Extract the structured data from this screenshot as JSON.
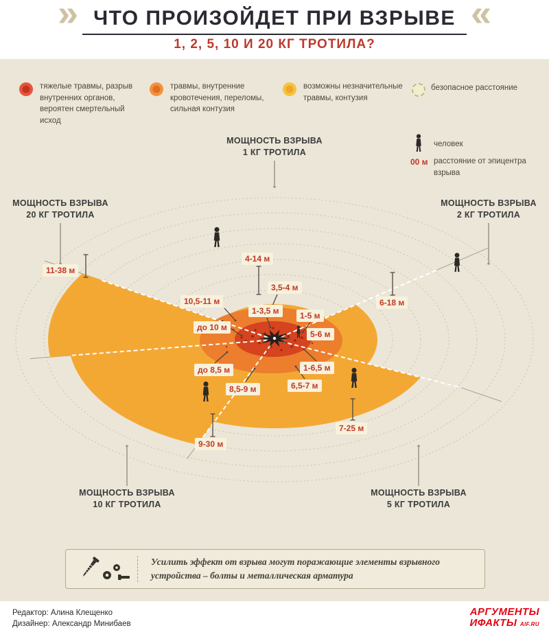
{
  "header": {
    "ornament_left": "»",
    "title": "ЧТО ПРОИЗОЙДЕТ ПРИ ВЗРЫВЕ",
    "subtitle": "1, 2, 5, 10 И 20 КГ ТРОТИЛА?",
    "ornament_right": "«"
  },
  "legend": {
    "items": [
      {
        "name": "fatal",
        "color": "#e2402f",
        "label": "тяжелые травмы, разрыв внутренних органов, вероятен смертельный исход"
      },
      {
        "name": "severe",
        "color": "#f08133",
        "label": "травмы, внутренние кровотечения, переломы, сильная контузия"
      },
      {
        "name": "minor",
        "color": "#f6b82f",
        "label": "возможны незначительные травмы, контузия"
      },
      {
        "name": "safe",
        "color": "#eeeccb",
        "label": "безопасное расстояние"
      }
    ],
    "person_label": "человек",
    "distance_value": "00 м",
    "distance_caption": "расстояние от эпицентра взрыва"
  },
  "charges": {
    "kg1": {
      "power_line1": "МОЩНОСТЬ ВЗРЫВА",
      "power_line2": "1 КГ ТРОТИЛА",
      "zone_inner": "1-3,5 м",
      "zone_mid": "3,5-4 м",
      "zone_outer": "4-14 м"
    },
    "kg2": {
      "power_line1": "МОЩНОСТЬ ВЗРЫВА",
      "power_line2": "2 КГ ТРОТИЛА",
      "zone_inner": "1-5 м",
      "zone_mid": "5-6 м",
      "zone_outer": "6-18 м"
    },
    "kg5": {
      "power_line1": "МОЩНОСТЬ ВЗРЫВА",
      "power_line2": "5 КГ ТРОТИЛА",
      "zone_inner": "1-6,5 м",
      "zone_mid": "6,5-7 м",
      "zone_outer": "7-25 м"
    },
    "kg10": {
      "power_line1": "МОЩНОСТЬ ВЗРЫВА",
      "power_line2": "10 КГ ТРОТИЛА",
      "zone_inner": "до 8,5 м",
      "zone_mid": "8,5-9 м",
      "zone_outer": "9-30 м"
    },
    "kg20": {
      "power_line1": "МОЩНОСТЬ ВЗРЫВА",
      "power_line2": "20 КГ ТРОТИЛА",
      "zone_inner": "до 10 м",
      "zone_mid": "10,5-11 м",
      "zone_outer": "11-38 м"
    }
  },
  "note": {
    "text": "Усилить эффект от взрыва могут поражающие элементы взрывного устройства – болты и металлическая арматура"
  },
  "footer": {
    "editor": "Редактор: Алина Клещенко",
    "designer": "Дизайнер: Александр Минибаев",
    "logo_line1": "АРГУМЕНТЫ",
    "logo_line2": "ИФАКТЫ",
    "logo_domain": "AIF.RU"
  },
  "colors": {
    "zone_fatal": "#d5431f",
    "zone_severe": "#ec7e2e",
    "zone_minor": "#f4a834",
    "safe_ring": "#c7c7a4",
    "accent_red": "#bf3a2a",
    "background": "#ebe6d8"
  }
}
